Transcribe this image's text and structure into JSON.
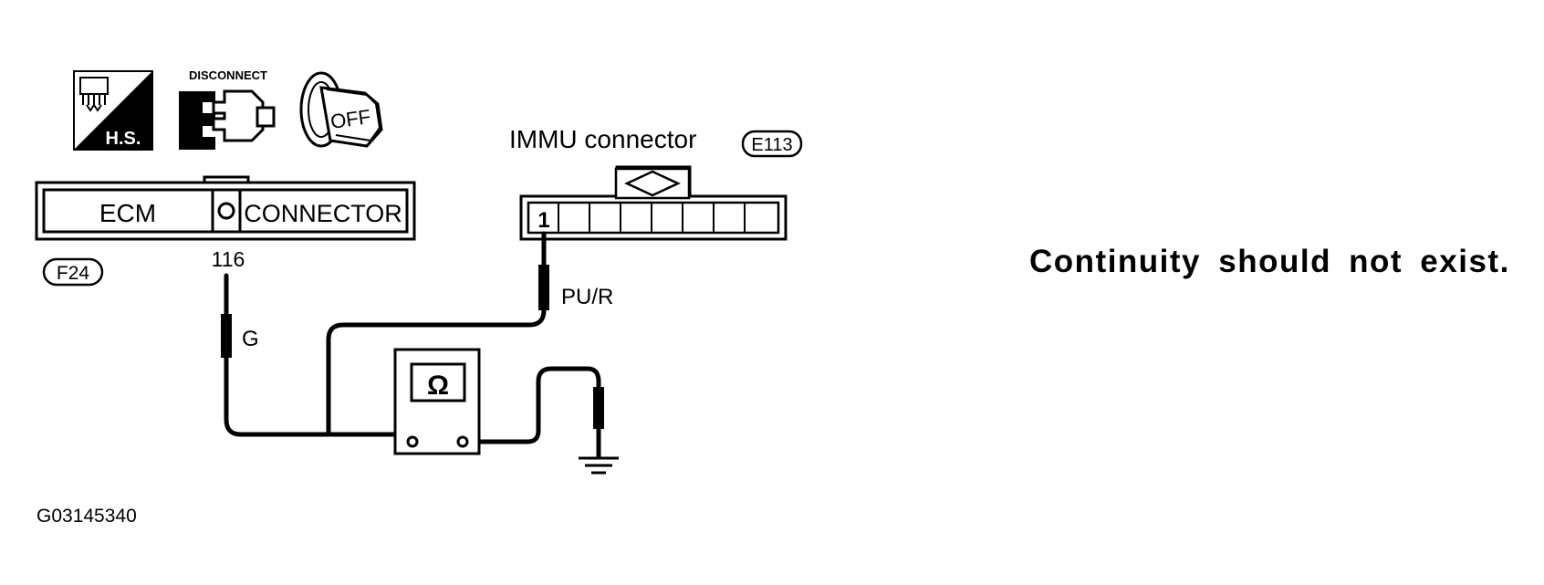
{
  "icons": {
    "hs_label": "H.S.",
    "disconnect_label": "DISCONNECT",
    "ignition_label": "OFF"
  },
  "ecm_connector": {
    "left_label": "ECM",
    "right_label": "CONNECTOR",
    "connector_id": "F24",
    "terminal": "116",
    "wire_color": "G"
  },
  "immu_connector": {
    "title": "IMMU connector",
    "connector_id": "E113",
    "terminal": "1",
    "wire_color": "PU/R"
  },
  "ohmmeter": {
    "symbol": "Ω"
  },
  "result_text": "Continuity should not exist.",
  "figure_code": "G03145340"
}
